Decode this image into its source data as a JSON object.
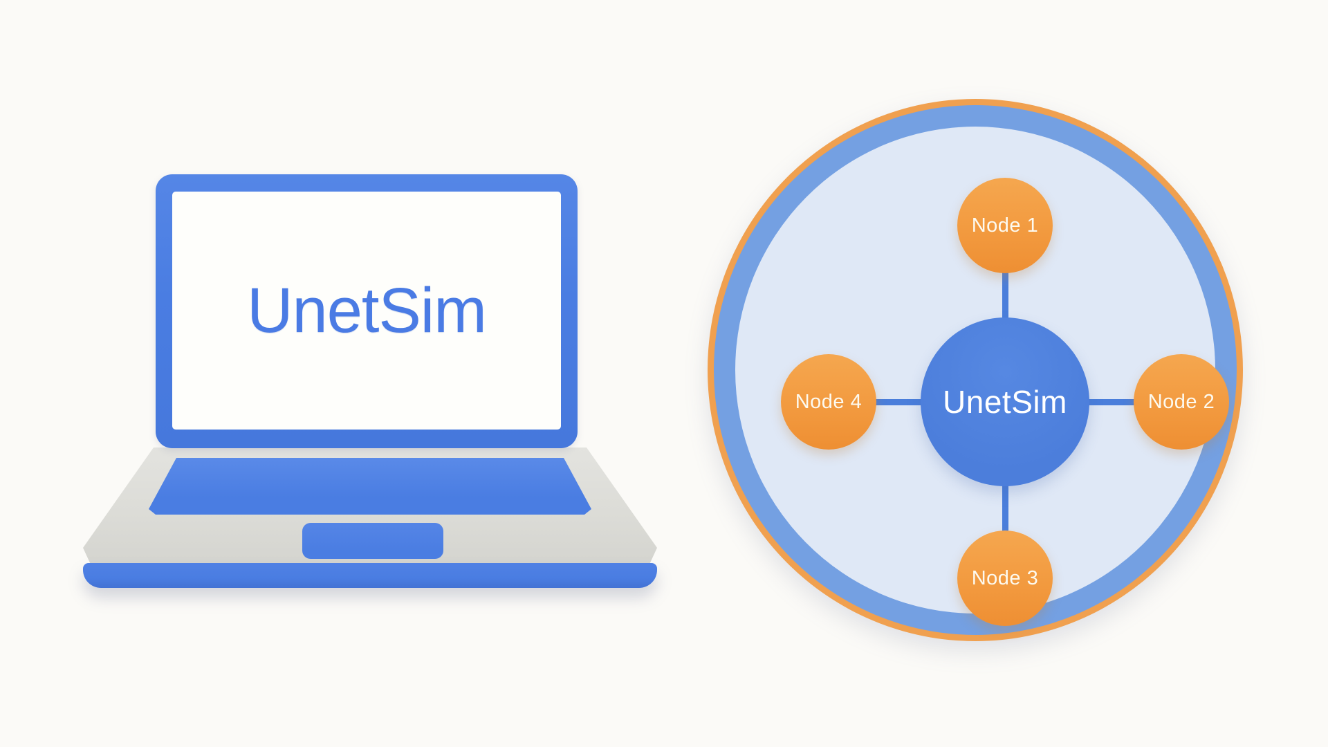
{
  "laptop": {
    "screen_label": "UnetSim"
  },
  "network": {
    "hub_label": "UnetSim",
    "nodes": [
      {
        "label": "Node 1",
        "position": "top"
      },
      {
        "label": "Node 2",
        "position": "right"
      },
      {
        "label": "Node 3",
        "position": "bottom"
      },
      {
        "label": "Node 4",
        "position": "left"
      }
    ]
  },
  "colors": {
    "background": "#FBFAF7",
    "laptop_blue": "#4A7DE2",
    "laptop_base_gray": "#DCDCD7",
    "screen_white": "#FEFEFB",
    "screen_label_blue": "#4A7BE4",
    "outer_ring_orange": "#F0A04F",
    "inner_ring_blue": "#74A0E2",
    "network_fill": "#DFE8F6",
    "hub_blue": "#4C7EDB",
    "node_orange": "#F2993E",
    "node_orange_light": "#F5A74F",
    "link_blue": "#4A7EDB",
    "node_text": "#FDFAF0",
    "hub_text": "#FFFFFF"
  }
}
